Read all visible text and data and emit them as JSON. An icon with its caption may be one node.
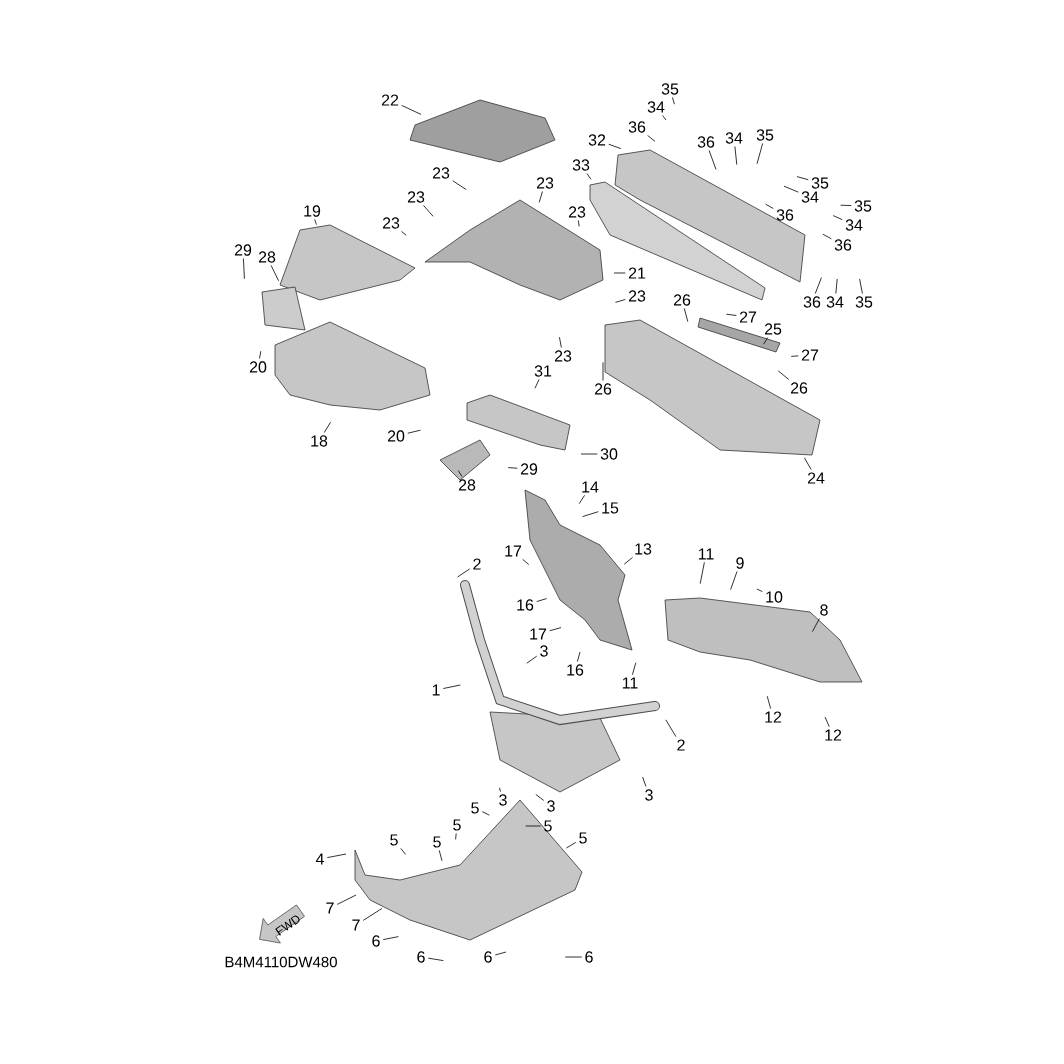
{
  "diagram": {
    "nodes": [
      {
        "text": [
          "22"
        ]
      },
      {
        "text": [
          "23"
        ]
      },
      {
        "text": [
          "23"
        ]
      },
      {
        "text": [
          "23"
        ]
      },
      {
        "text": [
          "23"
        ]
      },
      {
        "text": [
          "23"
        ]
      },
      {
        "text": [
          "21"
        ]
      },
      {
        "text": [
          "23"
        ]
      },
      {
        "text": [
          "23"
        ]
      },
      {
        "text": [
          "19"
        ]
      },
      {
        "text": [
          "29"
        ]
      },
      {
        "text": [
          "28"
        ]
      },
      {
        "text": [
          "20"
        ]
      },
      {
        "text": [
          "18"
        ]
      },
      {
        "text": [
          "20"
        ]
      },
      {
        "text": [
          "31"
        ]
      },
      {
        "text": [
          "30"
        ]
      },
      {
        "text": [
          "29"
        ]
      },
      {
        "text": [
          "28"
        ]
      },
      {
        "text": [
          "32"
        ]
      },
      {
        "text": [
          "33"
        ]
      },
      {
        "text": [
          "36"
        ]
      },
      {
        "text": [
          "34"
        ]
      },
      {
        "text": [
          "35"
        ]
      },
      {
        "text": [
          "36"
        ]
      },
      {
        "text": [
          "34"
        ]
      },
      {
        "text": [
          "35"
        ]
      },
      {
        "text": [
          "35"
        ]
      },
      {
        "text": [
          "34"
        ]
      },
      {
        "text": [
          "35"
        ]
      },
      {
        "text": [
          "36"
        ]
      },
      {
        "text": [
          "34"
        ]
      },
      {
        "text": [
          "36"
        ]
      },
      {
        "text": [
          "36"
        ]
      },
      {
        "text": [
          "34"
        ]
      },
      {
        "text": [
          "35"
        ]
      },
      {
        "text": [
          "26"
        ]
      },
      {
        "text": [
          "27"
        ]
      },
      {
        "text": [
          "25"
        ]
      },
      {
        "text": [
          "27"
        ]
      },
      {
        "text": [
          "26"
        ]
      },
      {
        "text": [
          "26"
        ]
      },
      {
        "text": [
          "24"
        ]
      },
      {
        "text": [
          "14"
        ]
      },
      {
        "text": [
          "15"
        ]
      },
      {
        "text": [
          "13"
        ]
      },
      {
        "text": [
          "17"
        ]
      },
      {
        "text": [
          "16"
        ]
      },
      {
        "text": [
          "17"
        ]
      },
      {
        "text": [
          "16"
        ]
      },
      {
        "text": [
          "2"
        ]
      },
      {
        "text": [
          "3"
        ]
      },
      {
        "text": [
          "1"
        ]
      },
      {
        "text": [
          "11"
        ]
      },
      {
        "text": [
          "9"
        ]
      },
      {
        "text": [
          "10"
        ]
      },
      {
        "text": [
          "8"
        ]
      },
      {
        "text": [
          "11"
        ]
      },
      {
        "text": [
          "12"
        ]
      },
      {
        "text": [
          "12"
        ]
      },
      {
        "text": [
          "2"
        ]
      },
      {
        "text": [
          "3"
        ]
      },
      {
        "text": [
          "3"
        ]
      },
      {
        "text": [
          "3"
        ]
      },
      {
        "text": [
          "4"
        ]
      },
      {
        "text": [
          "5"
        ]
      },
      {
        "text": [
          "5"
        ]
      },
      {
        "text": [
          "5"
        ]
      },
      {
        "text": [
          "5"
        ]
      },
      {
        "text": [
          "5"
        ]
      },
      {
        "text": [
          "5"
        ]
      },
      {
        "text": [
          "7"
        ]
      },
      {
        "text": [
          "7"
        ]
      },
      {
        "text": [
          "6"
        ]
      },
      {
        "text": [
          "6"
        ]
      },
      {
        "text": [
          "6"
        ]
      },
      {
        "text": [
          "6"
        ]
      }
    ],
    "edges": [
      {
        "from": 0,
        "to": null,
        "arrow": "none"
      },
      {
        "from": 1,
        "to": null,
        "arrow": "none"
      },
      {
        "from": 2,
        "to": null,
        "arrow": "none"
      },
      {
        "from": 3,
        "to": null,
        "arrow": "none"
      },
      {
        "from": 4,
        "to": null,
        "arrow": "none"
      },
      {
        "from": 5,
        "to": null,
        "arrow": "none"
      },
      {
        "from": 6,
        "to": null,
        "arrow": "none"
      },
      {
        "from": 7,
        "to": null,
        "arrow": "none"
      },
      {
        "from": 8,
        "to": null,
        "arrow": "none"
      },
      {
        "from": 9,
        "to": null,
        "arrow": "none"
      },
      {
        "from": 10,
        "to": null,
        "arrow": "none"
      },
      {
        "from": 11,
        "to": null,
        "arrow": "none"
      },
      {
        "from": 12,
        "to": null,
        "arrow": "none"
      },
      {
        "from": 13,
        "to": null,
        "arrow": "none"
      },
      {
        "from": 14,
        "to": null,
        "arrow": "none"
      },
      {
        "from": 15,
        "to": null,
        "arrow": "none"
      },
      {
        "from": 16,
        "to": null,
        "arrow": "none"
      },
      {
        "from": 17,
        "to": null,
        "arrow": "none"
      },
      {
        "from": 18,
        "to": null,
        "arrow": "none"
      },
      {
        "from": 19,
        "to": null,
        "arrow": "none"
      },
      {
        "from": 20,
        "to": null,
        "arrow": "none"
      },
      {
        "from": 21,
        "to": null,
        "arrow": "none"
      },
      {
        "from": 22,
        "to": null,
        "arrow": "none"
      },
      {
        "from": 23,
        "to": null,
        "arrow": "none"
      },
      {
        "from": 24,
        "to": null,
        "arrow": "none"
      },
      {
        "from": 25,
        "to": null,
        "arrow": "none"
      },
      {
        "from": 26,
        "to": null,
        "arrow": "none"
      },
      {
        "from": 27,
        "to": null,
        "arrow": "none"
      },
      {
        "from": 28,
        "to": null,
        "arrow": "none"
      },
      {
        "from": 29,
        "to": null,
        "arrow": "none"
      },
      {
        "from": 30,
        "to": null,
        "arrow": "none"
      },
      {
        "from": 31,
        "to": null,
        "arrow": "none"
      },
      {
        "from": 32,
        "to": null,
        "arrow": "none"
      },
      {
        "from": 33,
        "to": null,
        "arrow": "none"
      },
      {
        "from": 34,
        "to": null,
        "arrow": "none"
      },
      {
        "from": 35,
        "to": null,
        "arrow": "none"
      },
      {
        "from": 36,
        "to": null,
        "arrow": "none"
      },
      {
        "from": 37,
        "to": null,
        "arrow": "none"
      },
      {
        "from": 38,
        "to": null,
        "arrow": "none"
      },
      {
        "from": 39,
        "to": null,
        "arrow": "none"
      },
      {
        "from": 40,
        "to": null,
        "arrow": "none"
      },
      {
        "from": 41,
        "to": null,
        "arrow": "none"
      },
      {
        "from": 42,
        "to": null,
        "arrow": "none"
      },
      {
        "from": 43,
        "to": null,
        "arrow": "none"
      },
      {
        "from": 44,
        "to": null,
        "arrow": "none"
      },
      {
        "from": 45,
        "to": null,
        "arrow": "none"
      },
      {
        "from": 46,
        "to": null,
        "arrow": "none"
      },
      {
        "from": 47,
        "to": null,
        "arrow": "none"
      },
      {
        "from": 48,
        "to": null,
        "arrow": "none"
      },
      {
        "from": 49,
        "to": null,
        "arrow": "none"
      },
      {
        "from": 50,
        "to": null,
        "arrow": "none"
      },
      {
        "from": 51,
        "to": null,
        "arrow": "none"
      },
      {
        "from": 52,
        "to": null,
        "arrow": "none"
      },
      {
        "from": 53,
        "to": null,
        "arrow": "none"
      },
      {
        "from": 54,
        "to": null,
        "arrow": "none"
      },
      {
        "from": 55,
        "to": null,
        "arrow": "none"
      },
      {
        "from": 56,
        "to": null,
        "arrow": "none"
      },
      {
        "from": 57,
        "to": null,
        "arrow": "none"
      },
      {
        "from": 58,
        "to": null,
        "arrow": "none"
      },
      {
        "from": 59,
        "to": null,
        "arrow": "none"
      },
      {
        "from": 60,
        "to": null,
        "arrow": "none"
      },
      {
        "from": 61,
        "to": null,
        "arrow": "none"
      },
      {
        "from": 62,
        "to": null,
        "arrow": "none"
      },
      {
        "from": 63,
        "to": null,
        "arrow": "none"
      },
      {
        "from": 64,
        "to": null,
        "arrow": "none"
      },
      {
        "from": 65,
        "to": null,
        "arrow": "none"
      },
      {
        "from": 66,
        "to": null,
        "arrow": "none"
      },
      {
        "from": 67,
        "to": null,
        "arrow": "none"
      },
      {
        "from": 68,
        "to": null,
        "arrow": "none"
      },
      {
        "from": 69,
        "to": null,
        "arrow": "none"
      },
      {
        "from": 70,
        "to": null,
        "arrow": "none"
      },
      {
        "from": 71,
        "to": null,
        "arrow": "none"
      },
      {
        "from": 72,
        "to": null,
        "arrow": "none"
      },
      {
        "from": 73,
        "to": null,
        "arrow": "none"
      },
      {
        "from": 74,
        "to": null,
        "arrow": "none"
      },
      {
        "from": 75,
        "to": null,
        "arrow": "none"
      },
      {
        "from": 76,
        "to": null,
        "arrow": "none"
      }
    ],
    "labels": [
      "FWD",
      "B4M4110DW480"
    ]
  }
}
